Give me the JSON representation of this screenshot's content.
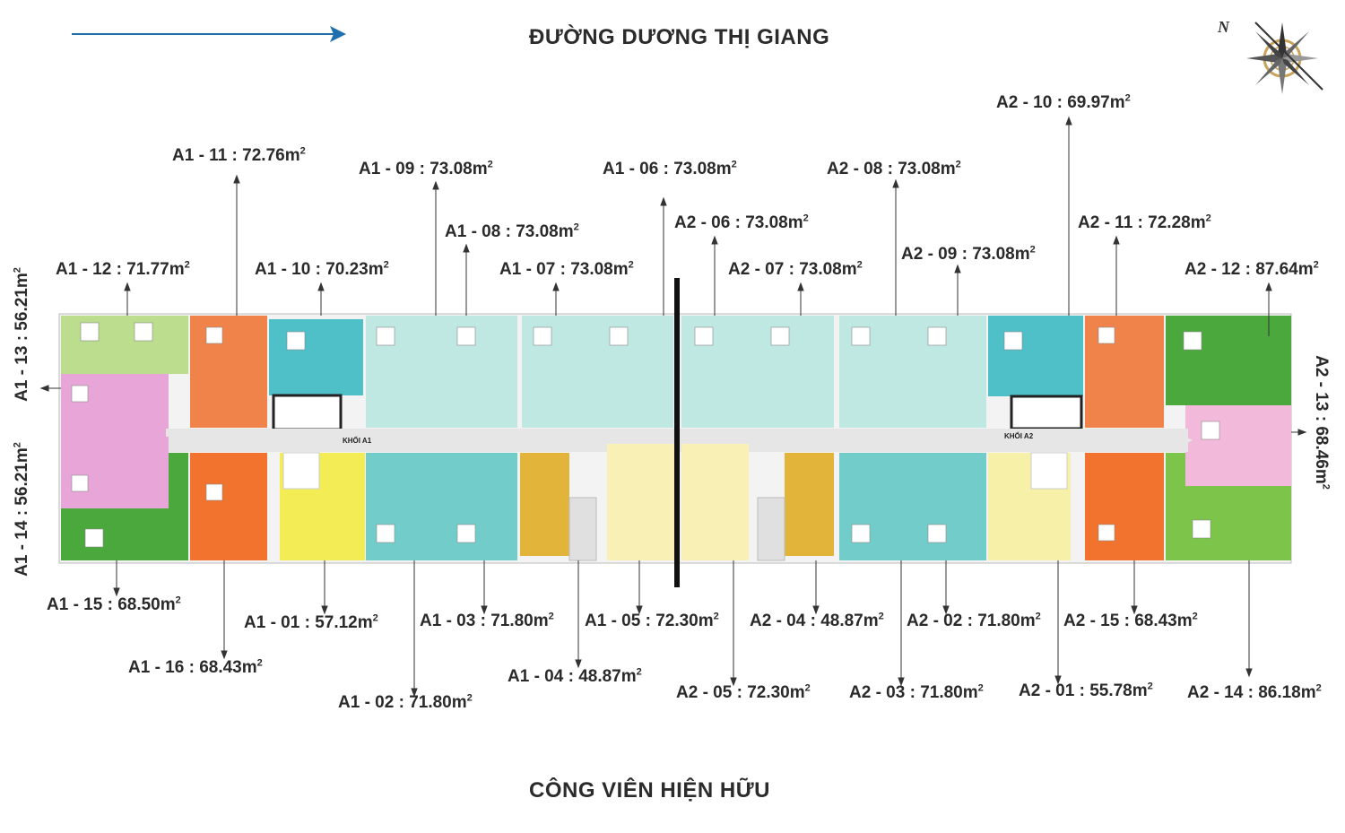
{
  "roads": {
    "top": "ĐƯỜNG DƯƠNG THỊ GIANG",
    "bottom": "CÔNG VIÊN HIỆN HỮU"
  },
  "blocks": {
    "a1": "KHỐI A1",
    "a2": "KHỐI A2"
  },
  "compass": {
    "north": "N",
    "icon": "compass-rose-icon"
  },
  "colors": {
    "arrow": "#1f6fb0",
    "corridor": "#e6e6e6",
    "teal": "#bfe8e3",
    "teal_dark": "#5bc4c1",
    "cyan": "#4fbfc8",
    "orange": "#f0834a",
    "orange_dark": "#f2732e",
    "green_light": "#bcdc8e",
    "green": "#7cc44a",
    "green_dark": "#4aa83c",
    "pink": "#e8a6d8",
    "pink_light": "#f3b9da",
    "yellow": "#f3ec55",
    "yellow_light": "#f6f0a8",
    "mustard": "#e2b53a",
    "cream": "#f8f0b5",
    "divider": "#111111"
  },
  "units": [
    {
      "id": "a1-11",
      "code": "A1 - 11",
      "area": "72.76m"
    },
    {
      "id": "a1-09",
      "code": "A1 - 09",
      "area": "73.08m"
    },
    {
      "id": "a1-06",
      "code": "A1 - 06",
      "area": "73.08m"
    },
    {
      "id": "a2-08",
      "code": "A2 - 08",
      "area": "73.08m"
    },
    {
      "id": "a2-10",
      "code": "A2 - 10",
      "area": "69.97m"
    },
    {
      "id": "a1-08",
      "code": "A1 - 08",
      "area": "73.08m"
    },
    {
      "id": "a2-06",
      "code": "A2 - 06",
      "area": "73.08m"
    },
    {
      "id": "a2-11",
      "code": "A2 - 11",
      "area": "72.28m"
    },
    {
      "id": "a2-09",
      "code": "A2 - 09",
      "area": "73.08m"
    },
    {
      "id": "a1-12",
      "code": "A1 - 12",
      "area": "71.77m"
    },
    {
      "id": "a1-10",
      "code": "A1 - 10",
      "area": "70.23m"
    },
    {
      "id": "a1-07",
      "code": "A1 - 07",
      "area": "73.08m"
    },
    {
      "id": "a2-07",
      "code": "A2 - 07",
      "area": "73.08m"
    },
    {
      "id": "a2-12",
      "code": "A2 - 12",
      "area": "87.64m"
    },
    {
      "id": "a1-15",
      "code": "A1 - 15",
      "area": "68.50m"
    },
    {
      "id": "a1-01",
      "code": "A1 - 01",
      "area": "57.12m"
    },
    {
      "id": "a1-03",
      "code": "A1 - 03",
      "area": "71.80m"
    },
    {
      "id": "a1-05",
      "code": "A1 - 05",
      "area": "72.30m"
    },
    {
      "id": "a2-04",
      "code": "A2 - 04",
      "area": "48.87m"
    },
    {
      "id": "a2-02",
      "code": "A2 - 02",
      "area": "71.80m"
    },
    {
      "id": "a2-15",
      "code": "A2 - 15",
      "area": "68.43m"
    },
    {
      "id": "a1-16",
      "code": "A1 - 16",
      "area": "68.43m"
    },
    {
      "id": "a1-04",
      "code": "A1 - 04",
      "area": "48.87m"
    },
    {
      "id": "a2-05",
      "code": "A2 - 05",
      "area": "72.30m"
    },
    {
      "id": "a2-03",
      "code": "A2 - 03",
      "area": "71.80m"
    },
    {
      "id": "a2-01",
      "code": "A2 - 01",
      "area": "55.78m"
    },
    {
      "id": "a2-14",
      "code": "A2 - 14",
      "area": "86.18m"
    },
    {
      "id": "a1-02",
      "code": "A1 - 02",
      "area": "71.80m"
    },
    {
      "id": "a1-13",
      "code": "A1 - 13",
      "area": "56.21m"
    },
    {
      "id": "a1-14",
      "code": "A1 - 14",
      "area": "56.21m"
    },
    {
      "id": "a2-13",
      "code": "A2 - 13",
      "area": "68.46m"
    }
  ],
  "area_unit_superscript": "2"
}
